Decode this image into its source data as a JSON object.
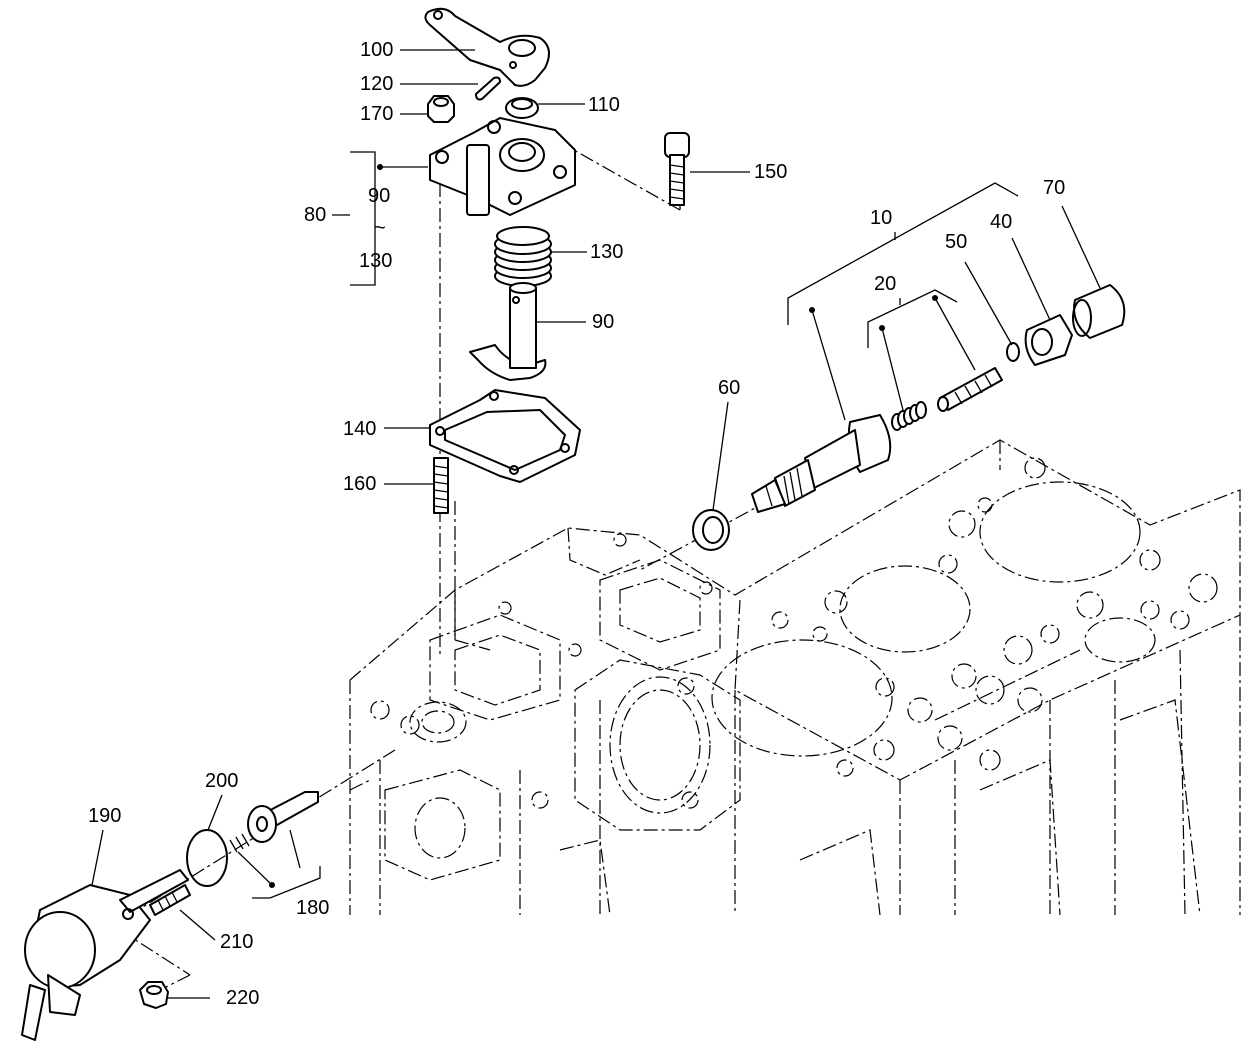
{
  "labels": {
    "l100": "100",
    "l120": "120",
    "l170": "170",
    "l110": "110",
    "l150": "150",
    "l80": "80",
    "l90_range": "90",
    "l_tilde": "~",
    "l130_range": "130",
    "l130": "130",
    "l90": "90",
    "l140": "140",
    "l160": "160",
    "l10": "10",
    "l20": "20",
    "l50": "50",
    "l40": "40",
    "l70": "70",
    "l60": "60",
    "l190": "190",
    "l200": "200",
    "l210": "210",
    "l180": "180",
    "l220": "220"
  }
}
